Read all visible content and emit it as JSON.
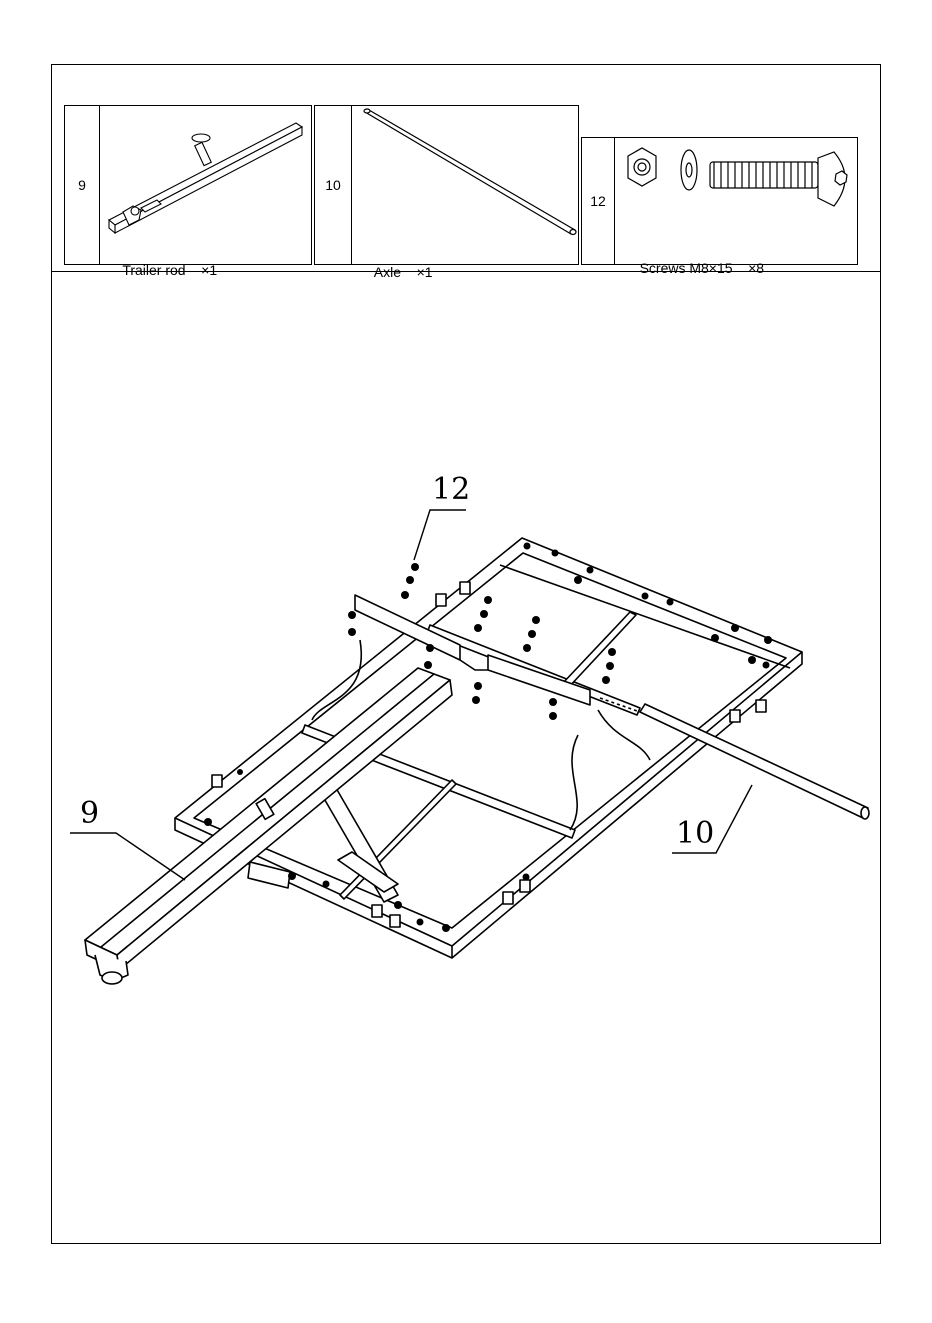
{
  "parts": [
    {
      "number": "9",
      "name": "Trailer rod",
      "qty": "×1",
      "icon": "trailer-rod-icon"
    },
    {
      "number": "10",
      "name": "Axle",
      "qty": "×1",
      "icon": "axle-icon"
    },
    {
      "number": "12",
      "name": "Screws M8×15",
      "qty": "×8",
      "icon": "screw-set-icon"
    }
  ],
  "callouts": {
    "screws": "12",
    "trailer_rod": "9",
    "axle": "10"
  }
}
